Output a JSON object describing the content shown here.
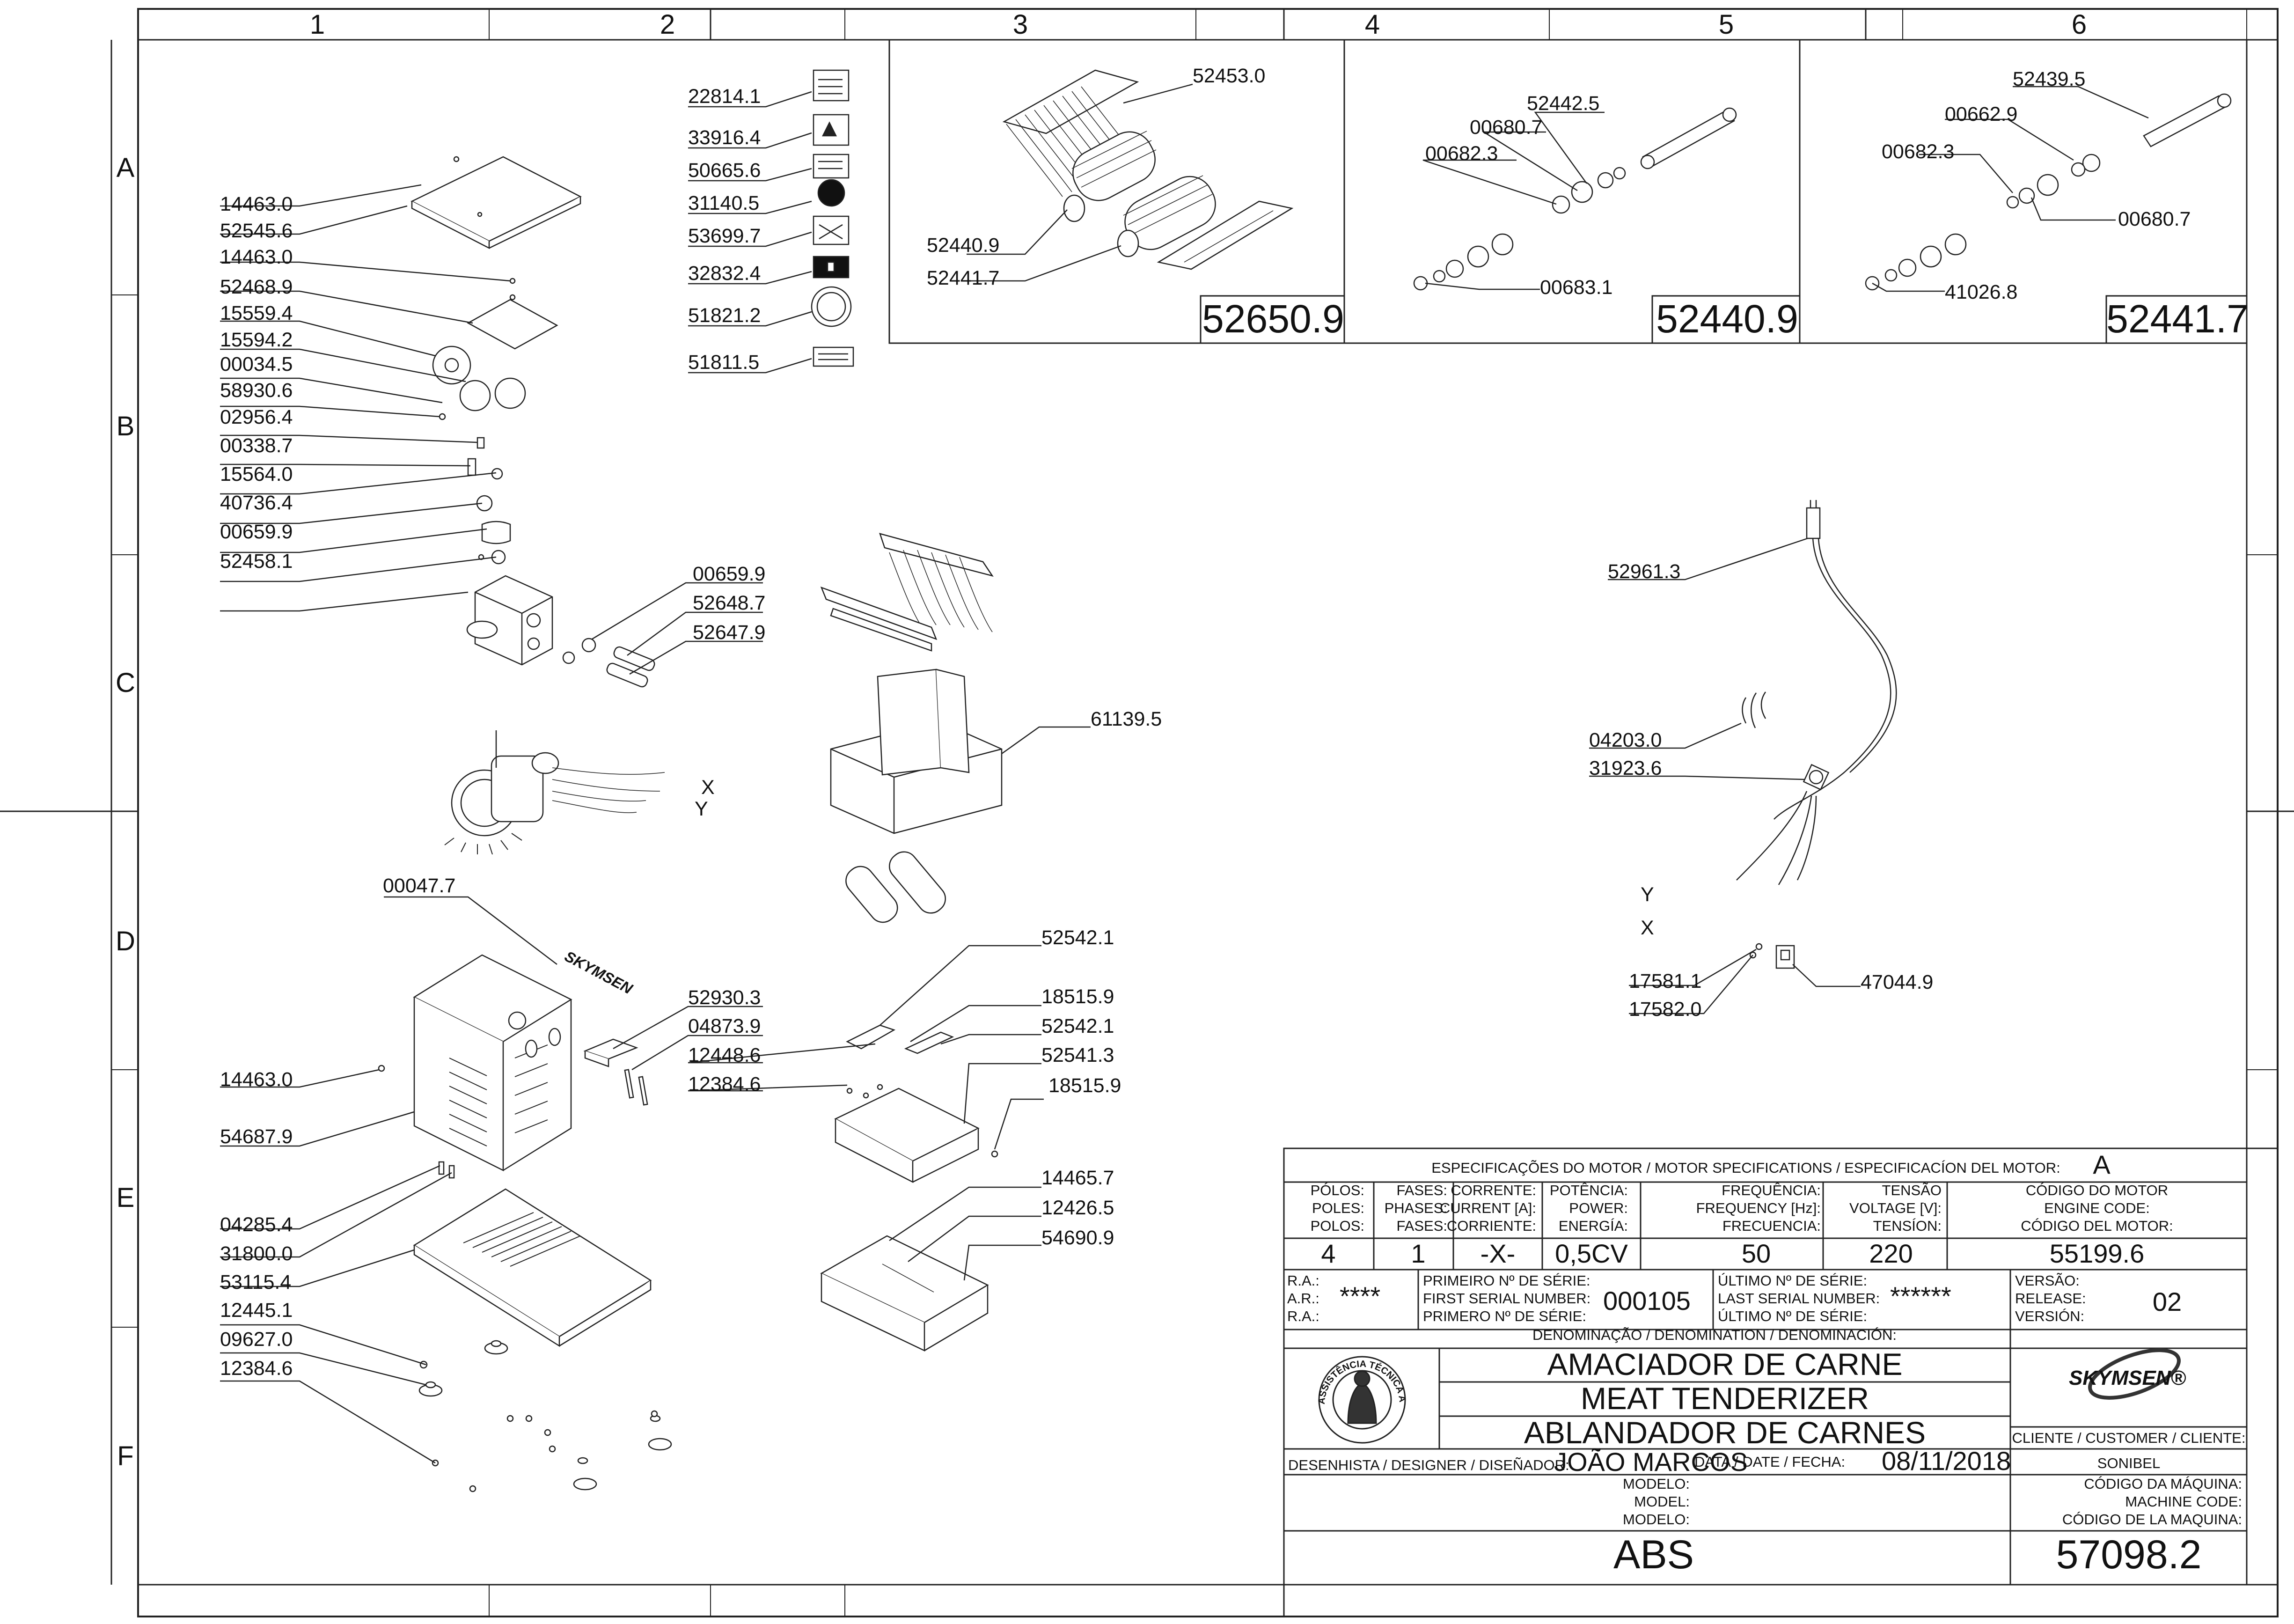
{
  "grid": {
    "columns": [
      "1",
      "2",
      "3",
      "4",
      "5",
      "6"
    ],
    "rows": [
      "A",
      "B",
      "C",
      "D",
      "E",
      "F"
    ]
  },
  "parts": {
    "p22814_1": "22814.1",
    "p33916_4": "33916.4",
    "p50665_6": "50665.6",
    "p31140_5": "31140.5",
    "p53699_7": "53699.7",
    "p32832_4": "32832.4",
    "p51821_2": "51821.2",
    "p51811_5": "51811.5",
    "l14463_0a": "14463.0",
    "l52545_6": "52545.6",
    "l14463_0b": "14463.0",
    "l52468_9": "52468.9",
    "l15559_4": "15559.4",
    "l15594_2": "15594.2",
    "l00034_5": "00034.5",
    "l58930_6": "58930.6",
    "l02956_4": "02956.4",
    "l00338_7": "00338.7",
    "l15564_0": "15564.0",
    "l40736_4": "40736.4",
    "l00659_9a": "00659.9",
    "l52458_1": "52458.1",
    "r00659_9": "00659.9",
    "r52648_7": "52648.7",
    "r52647_9": "52647.9",
    "l00047_7": "00047.7",
    "l14463_0c": "14463.0",
    "l54687_9": "54687.9",
    "l04285_4": "04285.4",
    "l31800_0": "31800.0",
    "l53115_4": "53115.4",
    "l12445_1": "12445.1",
    "l09627_0": "09627.0",
    "l12384_6a": "12384.6",
    "m52930_3": "52930.3",
    "m04873_9": "04873.9",
    "m12448_6": "12448.6",
    "m12384_6": "12384.6",
    "m52542_1a": "52542.1",
    "m18515_9a": "18515.9",
    "m52542_1b": "52542.1",
    "m52541_3": "52541.3",
    "m18515_9b": "18515.9",
    "m14465_7": "14465.7",
    "m12426_5": "12426.5",
    "m54690_9": "54690.9",
    "m61139_5": "61139.5",
    "b3_52453_0": "52453.0",
    "b3_52440_9": "52440.9",
    "b3_52441_7": "52441.7",
    "b5_52442_5": "52442.5",
    "b5_00680_7": "00680.7",
    "b5_00682_3": "00682.3",
    "b5_00683_1": "00683.1",
    "b6_52439_5": "52439.5",
    "b6_00662_9": "00662.9",
    "b6_00682_3": "00682.3",
    "b6_00680_7": "00680.7",
    "b6_41026_8": "41026.8",
    "e52961_3": "52961.3",
    "e04203_0": "04203.0",
    "e31923_6": "31923.6",
    "e17581_1": "17581.1",
    "e17582_0": "17582.0",
    "e47044_9": "47044.9"
  },
  "assemblies": {
    "box3": "52650.9",
    "box5": "52440.9",
    "box6": "52441.7"
  },
  "axis_marks": {
    "x1": "X",
    "y1": "Y",
    "y2": "Y",
    "x2": "X"
  },
  "motor_block": {
    "header": "ESPECIFICAÇÕES DO MOTOR / MOTOR SPECIFICATIONS / ESPECIFICACÍON DEL MOTOR:",
    "version_code": "A",
    "poles_l1": "PÓLOS:",
    "poles_l2": "POLES:",
    "poles_l3": "POLOS:",
    "phases_l1": "FASES:",
    "phases_l2": "PHASES:",
    "phases_l3": "FASES:",
    "current_l1": "CORRENTE:",
    "current_l2": "CURRENT [A]:",
    "current_l3": "CORRIENTE:",
    "power_l1": "POTÊNCIA:",
    "power_l2": "POWER:",
    "power_l3": "ENERGÍA:",
    "freq_l1": "FREQUÊNCIA:",
    "freq_l2": "FREQUENCY [Hz]:",
    "freq_l3": "FRECUENCIA:",
    "volt_l1": "TENSÃO",
    "volt_l2": "VOLTAGE [V]:",
    "volt_l3": "TENSÍON:",
    "engine_l1": "CÓDIGO DO MOTOR",
    "engine_l2": "ENGINE CODE:",
    "engine_l3": "CÓDIGO DEL MOTOR:",
    "poles_v": "4",
    "phases_v": "1",
    "current_v": "-X-",
    "power_v": "0,5CV",
    "freq_v": "50",
    "volt_v": "220",
    "engine_v": "55199.6"
  },
  "title_block": {
    "ra1": "R.A.:",
    "ra2": "A.R.:",
    "ra3": "R.A.:",
    "ra_v": "****",
    "first1": "PRIMEIRO Nº DE SÉRIE:",
    "first2": "FIRST SERIAL NUMBER:",
    "first3": "PRIMERO Nº DE SÉRIE:",
    "first_v": "000105",
    "last1": "ÚLTIMO Nº DE SÉRIE:",
    "last2": "LAST SERIAL NUMBER:",
    "last3": "ÚLTIMO Nº DE SÉRIE:",
    "last_v": "******",
    "ver1": "VERSÃO:",
    "ver2": "RELEASE:",
    "ver3": "VERSIÓN:",
    "ver_v": "02",
    "denom": "DENOMINAÇÃO / DENOMINATION / DENOMINACIÓN:",
    "name_pt": "AMACIADOR DE CARNE",
    "name_en": "MEAT TENDERIZER",
    "name_es": "ABLANDADOR DE CARNES",
    "brand": "SKYMSEN®",
    "seal_text": "ASSISTÊNCIA TÉCNICA AUTORIZADA",
    "designer_l": "DESENHISTA / DESIGNER / DISEÑADOR:",
    "designer_v": "JOÃO MARCOS",
    "date_l": "DATA / DATE / FECHA:",
    "date_v": "08/11/2018",
    "client_l": "CLIENTE / CUSTOMER / CLIENTE:",
    "client_v": "SONIBEL",
    "model1": "MODELO:",
    "model2": "MODEL:",
    "model3": "MODELO:",
    "model_v": "ABS",
    "mcode1": "CÓDIGO DA MÁQUINA:",
    "mcode2": "MACHINE CODE:",
    "mcode3": "CÓDIGO DE LA MAQUINA:",
    "mcode_v": "57098.2"
  },
  "decal_logo": "SKYMSEN"
}
